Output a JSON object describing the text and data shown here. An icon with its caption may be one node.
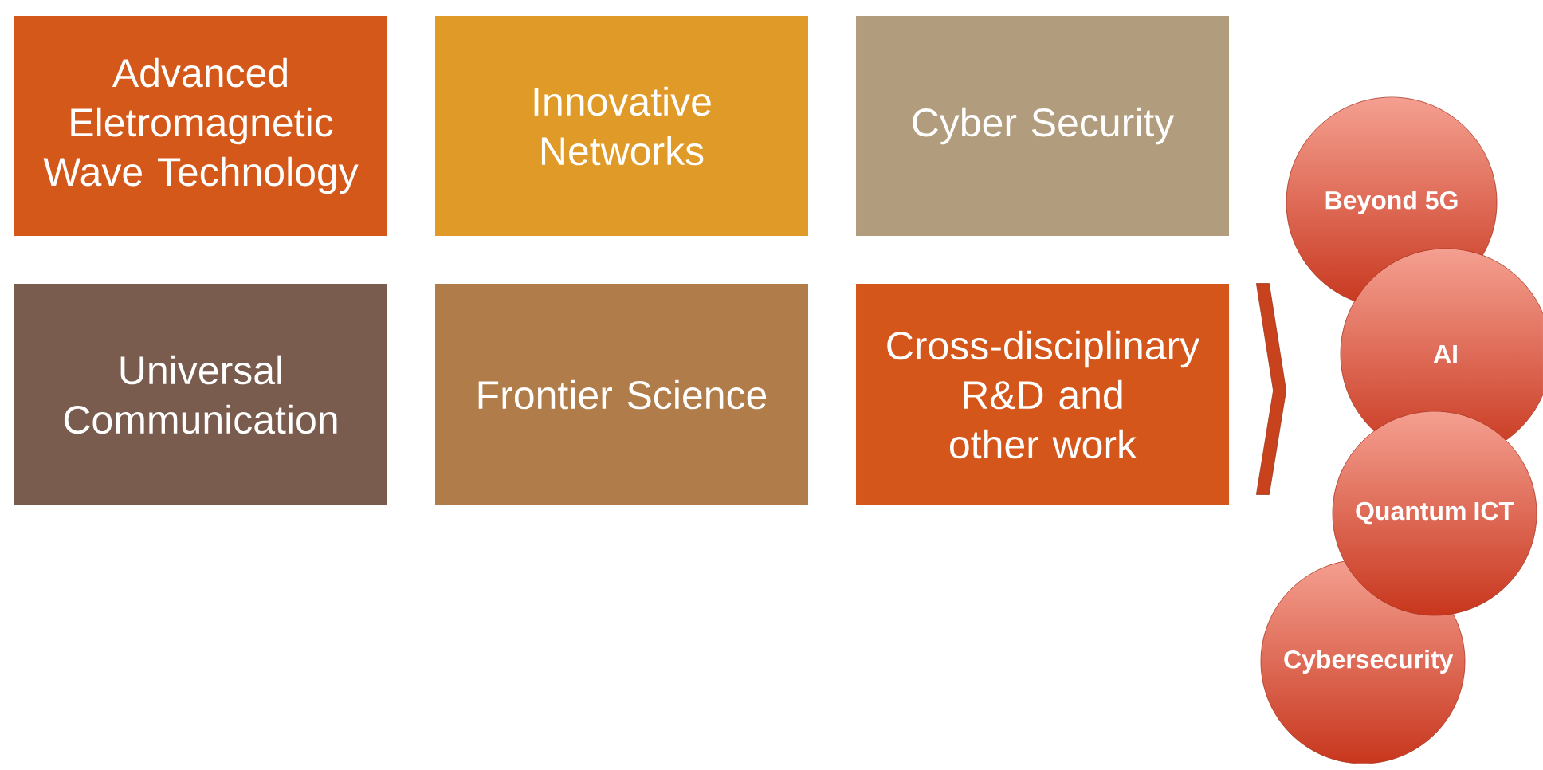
{
  "diagram": {
    "nodes": [
      {
        "text": [
          "Advanced Eletromagnetic Wave Technology"
        ]
      },
      {
        "text": [
          "Innovative Networks"
        ]
      },
      {
        "text": [
          "Cyber Security"
        ]
      },
      {
        "text": [
          "Universal Communication"
        ]
      },
      {
        "text": [
          "Frontier Science"
        ]
      },
      {
        "text": [
          "Cross-disciplinary R&D and other work"
        ]
      },
      {
        "text": [
          "Beyond 5G"
        ]
      },
      {
        "text": [
          "AI"
        ]
      },
      {
        "text": [
          "Quantum ICT"
        ]
      },
      {
        "text": [
          "Cybersecurity"
        ]
      }
    ],
    "edges": [
      {
        "from": 5,
        "to": 7,
        "arrow": "to"
      }
    ]
  }
}
